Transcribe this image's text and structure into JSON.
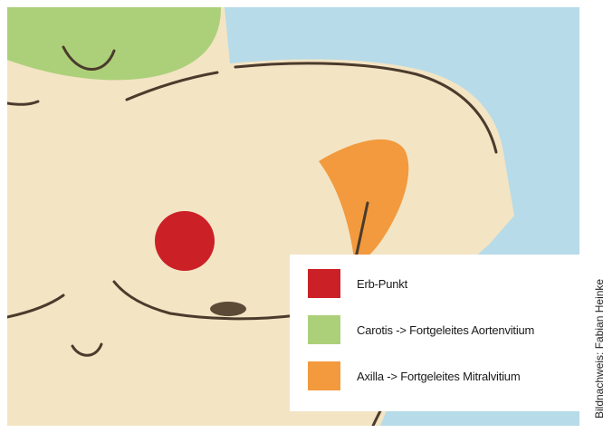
{
  "colors": {
    "background_sky": "#b7dbe8",
    "skin": "#f3e4c4",
    "head_green": "#acd07a",
    "outline": "#4a3b2c",
    "nipple": "#5c4a37",
    "erb_red": "#cc2027",
    "carotis_green": "#acd07a",
    "axilla_orange": "#f29a3d"
  },
  "legend": {
    "items": [
      {
        "label": "Erb-Punkt",
        "color": "#cc2027",
        "icon": "red-square"
      },
      {
        "label": "Carotis -> Fortgeleites Aortenvitium",
        "color": "#acd07a",
        "icon": "green-square"
      },
      {
        "label": "Axilla -> Fortgeleites Mitralvitium",
        "color": "#f29a3d",
        "icon": "orange-square"
      }
    ]
  },
  "credit": "Bildnachweis: Fabian Heinke"
}
